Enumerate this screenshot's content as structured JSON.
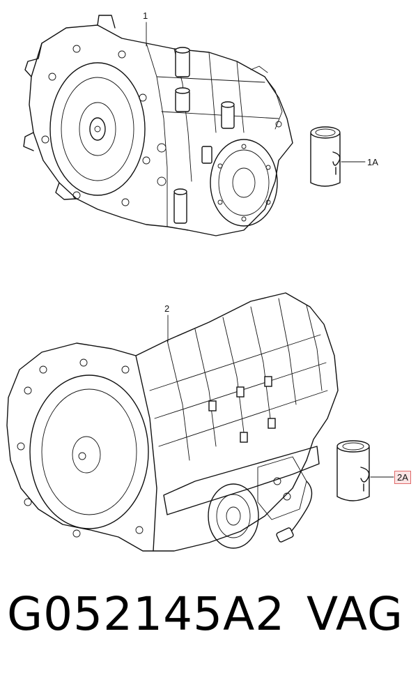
{
  "diagram": {
    "parts": [
      {
        "id": "1",
        "label": "1"
      },
      {
        "id": "1A",
        "label": "1A"
      },
      {
        "id": "2",
        "label": "2"
      },
      {
        "id": "2A",
        "label": "2A"
      }
    ],
    "highlight_color": "#e06a6a"
  },
  "footer": {
    "part_number": "G052145A2",
    "brand": "VAG"
  }
}
